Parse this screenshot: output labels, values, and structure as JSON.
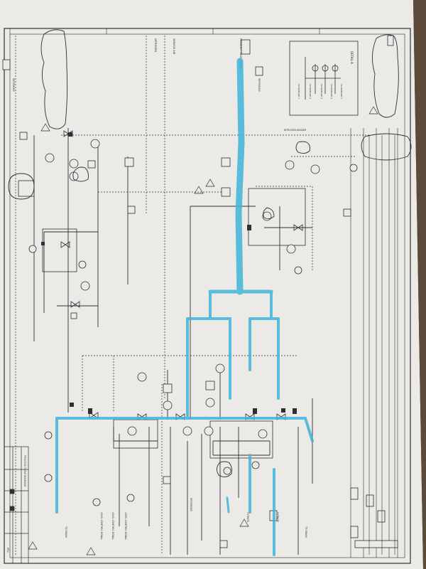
{
  "colors": {
    "paper": "#eceae6",
    "ink": "#2f2f33",
    "highlight": "#3fb4d8",
    "shadow": "#4a3a2c"
  },
  "labels": {
    "product_title": "PRODUCT FROM VESSEL",
    "service_air": "SERVICE AIR",
    "nitrogen": "NITROGEN",
    "detail_a": "DETAIL A",
    "to_module_1": "TO MODULE 1",
    "to_module_2": "TO MODULE 2",
    "to_module_3": "TO MODULE 3",
    "to_module_4": "TO MODULE 4",
    "to_module_5": "TO MODULE 5",
    "level_control_1": "LEVEL CONTROL SIGNAL",
    "level_control_2": "LEVEL CONTROL SIGNAL",
    "level_control_3": "LEVEL CONTROL SIGNAL",
    "to_drain_1": "TO DRAIN",
    "to_drain_2": "TO DRAIN",
    "filtrate_1": "FILTRATE",
    "filtrate_2": "FILTRATE",
    "nitrogen_header": "NITROGEN HEADER",
    "reference_1": "REFERENCE",
    "reference_2": "REFERENCE",
    "reference_3": "REFERENCE",
    "title_block": "PROCESS FLOW DIAGRAM",
    "rev": "REV"
  }
}
